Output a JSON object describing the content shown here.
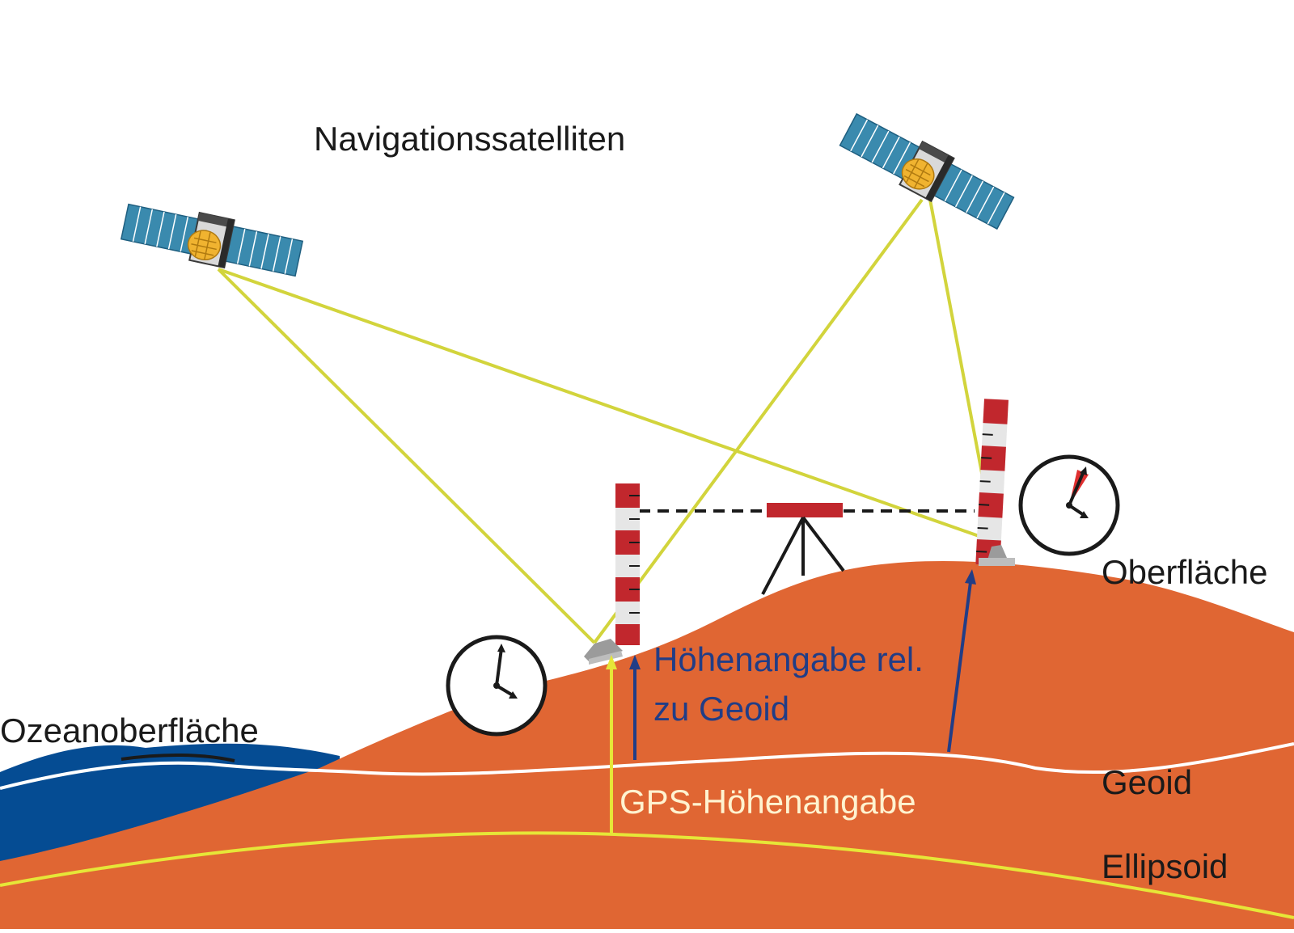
{
  "labels": {
    "satellites": "Navigationssatelliten",
    "ocean_surface": "Ozeanoberfläche",
    "surface": "Oberfläche",
    "geoid_height_line1": "Höhenangabe rel.",
    "geoid_height_line2": "zu Geoid",
    "gps_height": "GPS-Höhenangabe",
    "geoid": "Geoid",
    "ellipsoid": "Ellipsoid"
  },
  "colors": {
    "ground": "#e06633",
    "ocean": "#054c93",
    "signal_line": "#d2d43c",
    "geoid_arrow": "#213d86",
    "gps_arrow": "#e6e638",
    "geoid_line": "#ffffff",
    "ellipsoid_line": "#e6e638",
    "pole_red": "#c1272d",
    "pole_white": "#e6e6e6",
    "solar_panel": "#3a8aae",
    "satellite_body": "#d9d9d9",
    "antenna_array": "#f0b330",
    "clock_hand_red": "#e03030"
  },
  "icons": [
    "satellite-icon",
    "clock-icon",
    "leveling-rod",
    "tripod-level",
    "gps-receiver-icon"
  ]
}
